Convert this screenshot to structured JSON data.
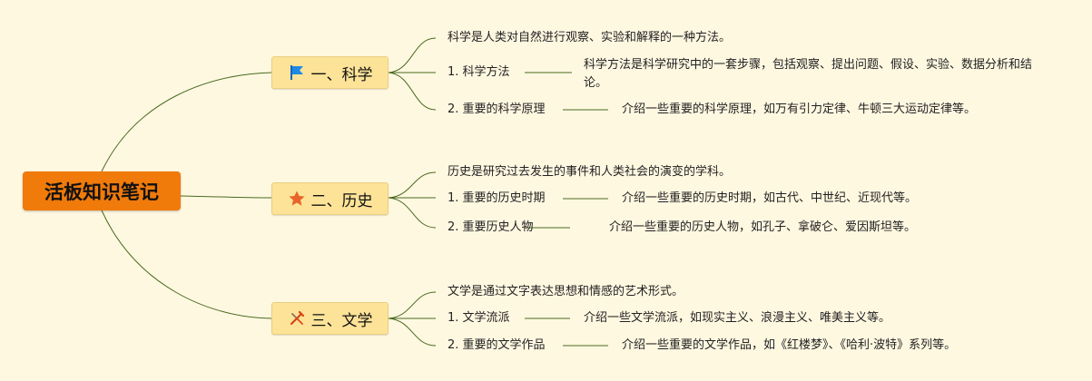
{
  "root": {
    "label": "活板知识笔记"
  },
  "topics": [
    {
      "label": "一、科学",
      "icon": "flag-icon",
      "summary": "科学是人类对自然进行观察、实验和解释的一种方法。",
      "items": [
        {
          "label": "1. 科学方法",
          "detail": "科学方法是科学研究中的一套步骤，包括观察、提出问题、假设、实验、数据分析和结论。"
        },
        {
          "label": "2. 重要的科学原理",
          "detail": "介绍一些重要的科学原理，如万有引力定律、牛顿三大运动定律等。"
        }
      ]
    },
    {
      "label": "二、历史",
      "icon": "star-icon",
      "summary": "历史是研究过去发生的事件和人类社会的演变的学科。",
      "items": [
        {
          "label": "1. 重要的历史时期",
          "detail": "介绍一些重要的历史时期，如古代、中世纪、近现代等。"
        },
        {
          "label": "2. 重要历史人物",
          "detail": "介绍一些重要的历史人物，如孔子、拿破仑、爱因斯坦等。"
        }
      ]
    },
    {
      "label": "三、文学",
      "icon": "crossed-tools-icon",
      "summary": "文学是通过文字表达思想和情感的艺术形式。",
      "items": [
        {
          "label": "1. 文学流派",
          "detail": "介绍一些文学流派，如现实主义、浪漫主义、唯美主义等。"
        },
        {
          "label": "2. 重要的文学作品",
          "detail": "介绍一些重要的文学作品，如《红楼梦》、《哈利·波特》系列等。"
        }
      ]
    }
  ],
  "colors": {
    "background": "#fff8e1",
    "root": "#f07a0a",
    "topic": "#fde398",
    "connector": "#4a6a1e",
    "flag": "#1e88e5",
    "star": "#e8642a",
    "tools": "#d84315"
  }
}
